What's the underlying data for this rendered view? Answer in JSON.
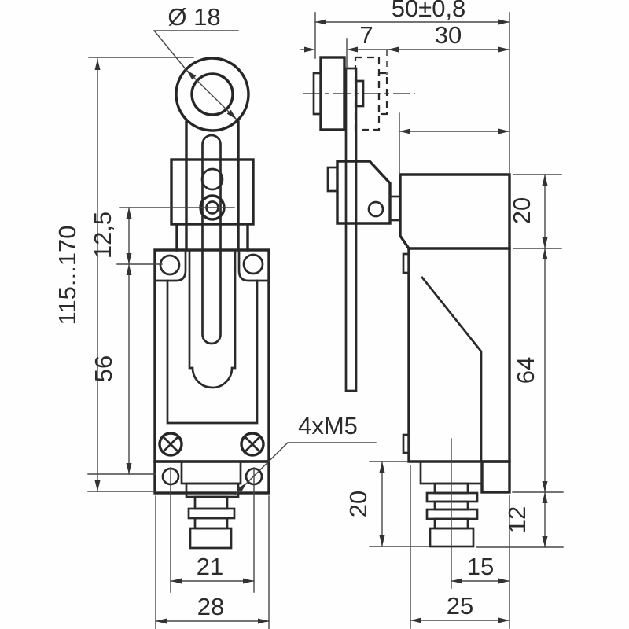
{
  "drawing": {
    "kind": "limit-switch dimensional drawing, two orthographic views",
    "colors": {
      "line": "#262626",
      "thin_line": "#474747",
      "background": "#fefefe",
      "text": "#2b2b2b"
    },
    "labels": {
      "roller_diameter": "Ø 18",
      "overall_width_tol": "50±0,8",
      "roller_offset": "7",
      "lever_to_body": "30",
      "overall_height_range": "115...170",
      "pin_to_holes": "12,5",
      "holes_span": "56",
      "thread_callout": "4xM5",
      "flange_hole_spacing": "21",
      "body_width": "28",
      "head_height": "20",
      "body_height": "64",
      "flange_to_plunger": "12",
      "plunger_length": "20",
      "plunger_to_edge": "15",
      "body_depth": "25"
    }
  }
}
